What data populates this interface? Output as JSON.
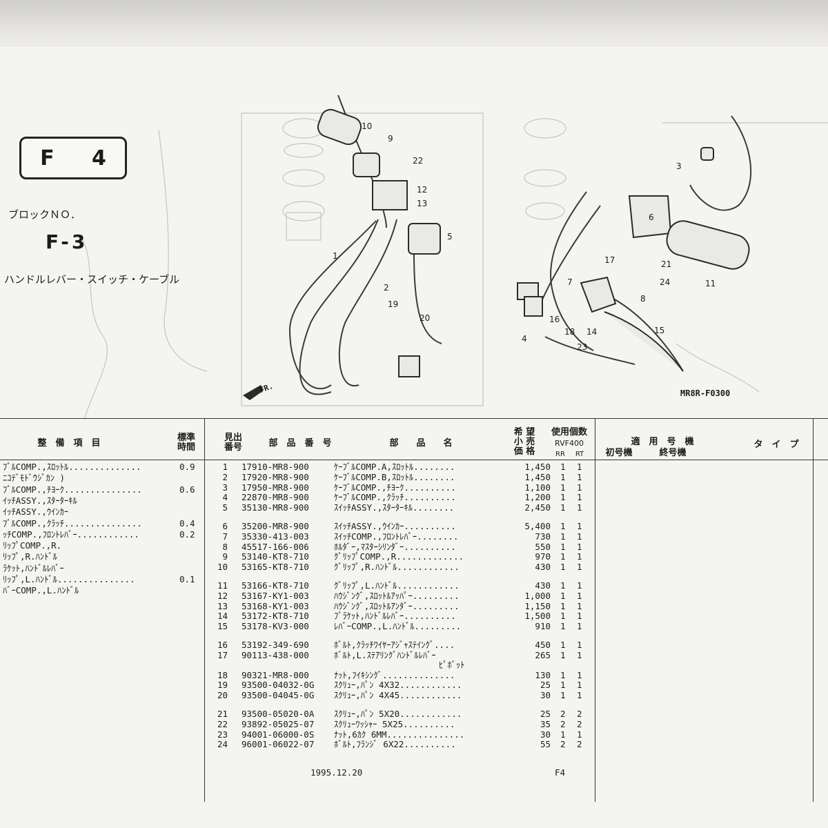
{
  "header": {
    "block_badge": [
      "F",
      "4"
    ],
    "block_label": "ブロックＮＯ．",
    "block_no": "F-3",
    "block_title": "ハンドルレバー・スイッチ・ケーブル",
    "drawing_code": "MR8R-F0300",
    "fr_label": "FR."
  },
  "callouts": [
    "1",
    "2",
    "3",
    "4",
    "5",
    "6",
    "7",
    "8",
    "9",
    "10",
    "11",
    "12",
    "13",
    "14",
    "15",
    "16",
    "17",
    "18",
    "19",
    "20",
    "21",
    "22",
    "23",
    "24"
  ],
  "table_headers": {
    "left_item": "整　備　項　目",
    "left_std": "標準\n時間",
    "ref_no": "見出\n番号",
    "part_no": "部　品　番　号",
    "part_name": "部　　品　　名",
    "price": "希 望\n小 売\n価 格",
    "qty": "使用個数",
    "qty_model": "RVF400",
    "qty_rr": "RR",
    "qty_rt": "RT",
    "applicable": "適　用　号　機",
    "first": "初号機",
    "last": "終号機",
    "type": "タ　イ　プ"
  },
  "left_items": [
    {
      "text": "ﾌﾞﾙCOMP.,ｽﾛｯﾄﾙ..............",
      "time": "0.9"
    },
    {
      "text": "ﾆｺﾃﾞﾓﾄﾞｳｼﾞｶﾝ )",
      "time": ""
    },
    {
      "text": "ﾌﾞﾙCOMP.,ﾁﾖｰｸ...............",
      "time": "0.6"
    },
    {
      "text": "ｲｯﾁASSY.,ｽﾀｰﾀｰｷﾙ",
      "time": ""
    },
    {
      "text": "ｲｯﾁASSY.,ｳｲﾝｶｰ",
      "time": ""
    },
    {
      "text": "ﾌﾞﾙCOMP.,ｸﾗｯﾁ...............",
      "time": "0.4"
    },
    {
      "text": "ｯﾁCOMP.,ﾌﾛﾝﾄﾚﾊﾞｰ............",
      "time": "0.2"
    },
    {
      "text": "ﾘｯﾌﾟCOMP.,R.",
      "time": ""
    },
    {
      "text": "ﾘｯﾌﾟ,R.ﾊﾝﾄﾞﾙ",
      "time": ""
    },
    {
      "text": "ﾗｹｯﾄ,ﾊﾝﾄﾞﾙﾚﾊﾞｰ",
      "time": ""
    },
    {
      "text": "ﾘｯﾌﾟ,L.ﾊﾝﾄﾞﾙ...............",
      "time": "0.1"
    },
    {
      "text": "ﾊﾞｰCOMP.,L.ﾊﾝﾄﾞﾙ",
      "time": ""
    }
  ],
  "parts": [
    {
      "no": "1",
      "pn": "17910-MR8-900",
      "name": "ｹｰﾌﾞﾙCOMP.A,ｽﾛｯﾄﾙ........",
      "price": "1,450",
      "rr": "1",
      "rt": "1"
    },
    {
      "no": "2",
      "pn": "17920-MR8-900",
      "name": "ｹｰﾌﾞﾙCOMP.B,ｽﾛｯﾄﾙ........",
      "price": "1,450",
      "rr": "1",
      "rt": "1"
    },
    {
      "no": "3",
      "pn": "17950-MR8-900",
      "name": "ｹｰﾌﾞﾙCOMP.,ﾁﾖｰｸ..........",
      "price": "1,100",
      "rr": "1",
      "rt": "1"
    },
    {
      "no": "4",
      "pn": "22870-MR8-900",
      "name": "ｹｰﾌﾞﾙCOMP.,ｸﾗｯﾁ..........",
      "price": "1,200",
      "rr": "1",
      "rt": "1"
    },
    {
      "no": "5",
      "pn": "35130-MR8-900",
      "name": "ｽｲｯﾁASSY.,ｽﾀｰﾀｰｷﾙ........",
      "price": "2,450",
      "rr": "1",
      "rt": "1"
    },
    {
      "no": "6",
      "pn": "35200-MR8-900",
      "name": "ｽｲｯﾁASSY.,ｳｲﾝｶｰ..........",
      "price": "5,400",
      "rr": "1",
      "rt": "1"
    },
    {
      "no": "7",
      "pn": "35330-413-003",
      "name": "ｽｲｯﾁCOMP.,ﾌﾛﾝﾄﾚﾊﾞｰ........",
      "price": "730",
      "rr": "1",
      "rt": "1"
    },
    {
      "no": "8",
      "pn": "45517-166-006",
      "name": "ﾎﾙﾀﾞｰ,ﾏｽﾀｰｼﾘﾝﾀﾞｰ..........",
      "price": "550",
      "rr": "1",
      "rt": "1"
    },
    {
      "no": "9",
      "pn": "53140-KT8-710",
      "name": "ｸﾞﾘｯﾌﾟCOMP.,R.............",
      "price": "970",
      "rr": "1",
      "rt": "1"
    },
    {
      "no": "10",
      "pn": "53165-KT8-710",
      "name": "ｸﾞﾘｯﾌﾟ,R.ﾊﾝﾄﾞﾙ............",
      "price": "430",
      "rr": "1",
      "rt": "1"
    },
    {
      "no": "11",
      "pn": "53166-KT8-710",
      "name": "ｸﾞﾘｯﾌﾟ,L.ﾊﾝﾄﾞﾙ............",
      "price": "430",
      "rr": "1",
      "rt": "1"
    },
    {
      "no": "12",
      "pn": "53167-KY1-003",
      "name": "ﾊｳｼﾞﾝｸﾞ,ｽﾛｯﾄﾙｱｯﾊﾟｰ.........",
      "price": "1,000",
      "rr": "1",
      "rt": "1"
    },
    {
      "no": "13",
      "pn": "53168-KY1-003",
      "name": "ﾊｳｼﾞﾝｸﾞ,ｽﾛｯﾄﾙｱﾝﾀﾞｰ.........",
      "price": "1,150",
      "rr": "1",
      "rt": "1"
    },
    {
      "no": "14",
      "pn": "53172-KT8-710",
      "name": "ﾌﾞﾗｹｯﾄ,ﾊﾝﾄﾞﾙﾚﾊﾞｰ..........",
      "price": "1,500",
      "rr": "1",
      "rt": "1"
    },
    {
      "no": "15",
      "pn": "53178-KV3-000",
      "name": "ﾚﾊﾞｰCOMP.,L.ﾊﾝﾄﾞﾙ.........",
      "price": "910",
      "rr": "1",
      "rt": "1"
    },
    {
      "no": "16",
      "pn": "53192-349-690",
      "name": "ﾎﾞﾙﾄ,ｸﾗｯﾁﾜｲﾔｰｱｼﾞｬｽﾃｲﾝｸﾞ....",
      "price": "450",
      "rr": "1",
      "rt": "1"
    },
    {
      "no": "17",
      "pn": "90113-438-000",
      "name": "ﾎﾞﾙﾄ,L.ｽﾃｱﾘﾝｸﾞﾊﾝﾄﾞﾙﾚﾊﾞｰ",
      "name2": "ﾋﾟﾎﾞｯﾄ",
      "price": "265",
      "rr": "1",
      "rt": "1"
    },
    {
      "no": "18",
      "pn": "90321-MR8-000",
      "name": "ﾅｯﾄ,ﾌｲｷｼﾝｸﾞ..............",
      "price": "130",
      "rr": "1",
      "rt": "1"
    },
    {
      "no": "19",
      "pn": "93500-04032-0G",
      "name": "ｽｸﾘｭｰ,ﾊﾟﾝ 4X32............",
      "price": "25",
      "rr": "1",
      "rt": "1"
    },
    {
      "no": "20",
      "pn": "93500-04045-0G",
      "name": "ｽｸﾘｭｰ,ﾊﾟﾝ 4X45............",
      "price": "30",
      "rr": "1",
      "rt": "1"
    },
    {
      "no": "21",
      "pn": "93500-05020-0A",
      "name": "ｽｸﾘｭｰ,ﾊﾟﾝ 5X20............",
      "price": "25",
      "rr": "2",
      "rt": "2"
    },
    {
      "no": "22",
      "pn": "93892-05025-07",
      "name": "ｽｸﾘｭｰﾜｯｼｬｰ 5X25..........",
      "price": "35",
      "rr": "2",
      "rt": "2"
    },
    {
      "no": "23",
      "pn": "94001-06000-0S",
      "name": "ﾅｯﾄ,6ｶｸ 6MM...............",
      "price": "30",
      "rr": "1",
      "rt": "1"
    },
    {
      "no": "24",
      "pn": "96001-06022-07",
      "name": "ﾎﾞﾙﾄ,ﾌﾗﾝｼﾞ 6X22..........",
      "price": "55",
      "rr": "2",
      "rt": "2"
    }
  ],
  "footer": {
    "date": "1995.12.20",
    "page": "F4"
  }
}
